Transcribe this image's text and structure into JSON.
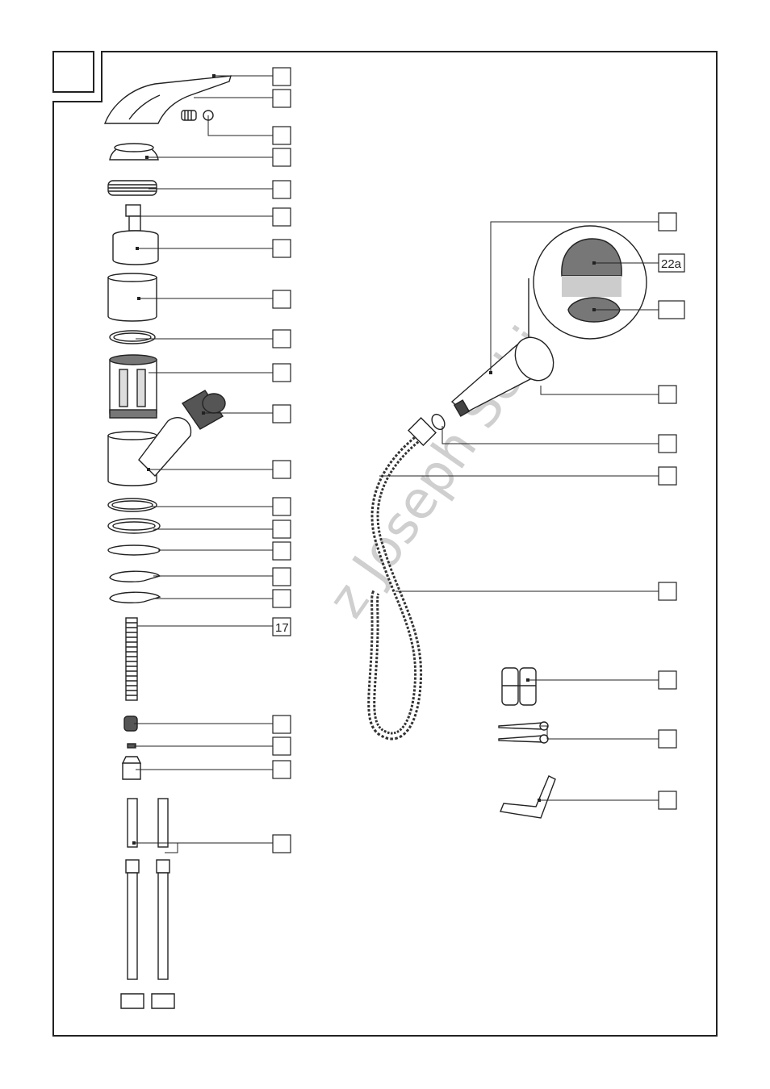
{
  "watermark": "z Joseph Schi",
  "labels": {
    "part17": "17",
    "part22a": "22a"
  }
}
